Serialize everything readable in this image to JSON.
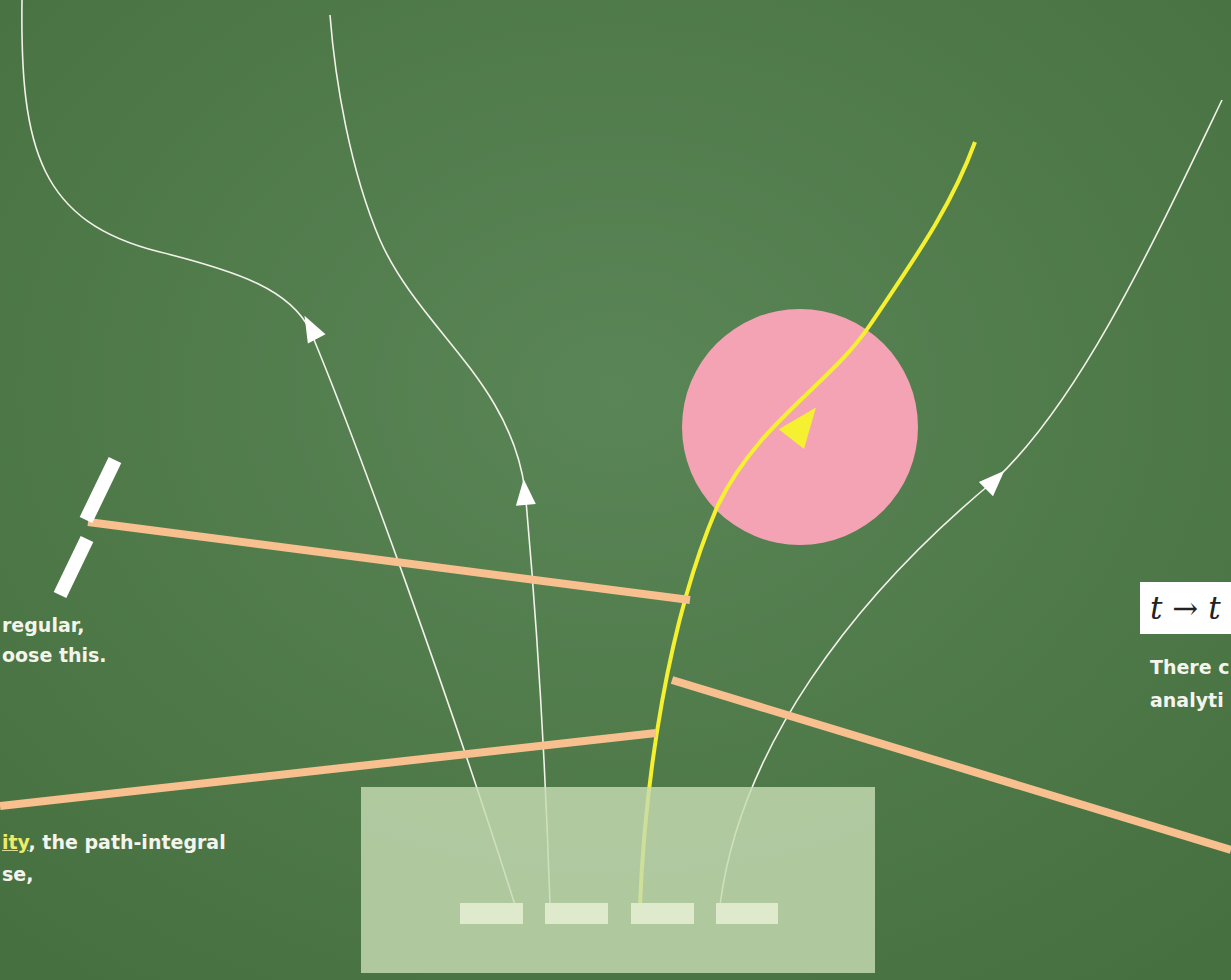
{
  "diagram": {
    "nodes": [
      {
        "text": [
          "t → t"
        ]
      }
    ],
    "labels": [
      "regular,",
      "oose this.",
      "There c",
      "analyti",
      "ity",
      ", the path-integral",
      "se,"
    ]
  }
}
